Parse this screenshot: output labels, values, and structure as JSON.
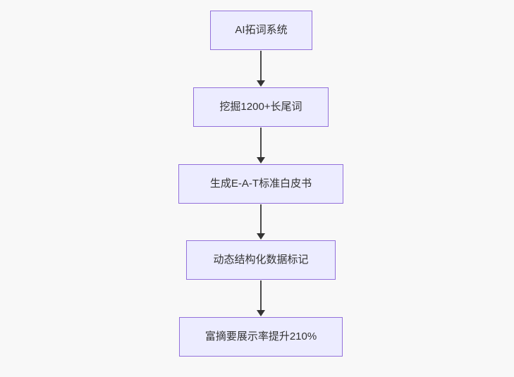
{
  "diagram": {
    "type": "flowchart",
    "direction": "top-to-bottom",
    "nodes": [
      {
        "label": "AI拓词系统"
      },
      {
        "label": "挖掘1200+长尾词"
      },
      {
        "label": "生成E-A-T标准白皮书"
      },
      {
        "label": "动态结构化数据标记"
      },
      {
        "label": "富摘要展示率提升210%"
      }
    ],
    "edges": [
      {
        "from": 0,
        "to": 1,
        "style": "solid-arrow-down"
      },
      {
        "from": 1,
        "to": 2,
        "style": "solid-arrow-down"
      },
      {
        "from": 2,
        "to": 3,
        "style": "solid-arrow-down"
      },
      {
        "from": 3,
        "to": 4,
        "style": "solid-arrow-down"
      }
    ],
    "colors": {
      "node_fill": "#ECECFF",
      "node_border": "#9370DB",
      "node_text": "#333333",
      "arrow": "#333333",
      "background": "#f8f8f8"
    }
  }
}
